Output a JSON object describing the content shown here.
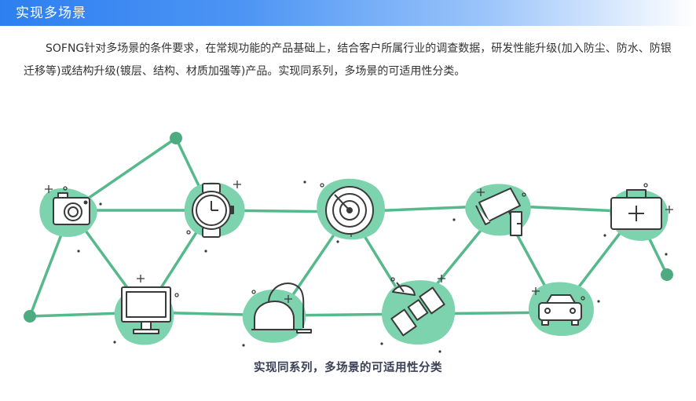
{
  "header": {
    "title": "实现多场景"
  },
  "intro": {
    "text": "SOFNG针对多场景的条件要求，在常规功能的产品基础上，结合客户所属行业的调查数据，研发性能升级(加入防尘、防水、防银迁移等)或结构升级(镀层、结构、材质加强等)产品。实现同系列，多场景的可适用性分类。"
  },
  "diagram": {
    "caption": "实现同系列，多场景的可适用性分类",
    "colors": {
      "line": "#55b98c",
      "blob": "#7dd3ae",
      "icon_stroke": "#3a3a3a",
      "node": "#4eaa80"
    },
    "icons": [
      "camera-icon",
      "watch-icon",
      "radar-icon",
      "security-camera-icon",
      "first-aid-kit-icon",
      "monitor-icon",
      "vacuum-cleaner-icon",
      "satellite-icon",
      "car-icon"
    ]
  }
}
